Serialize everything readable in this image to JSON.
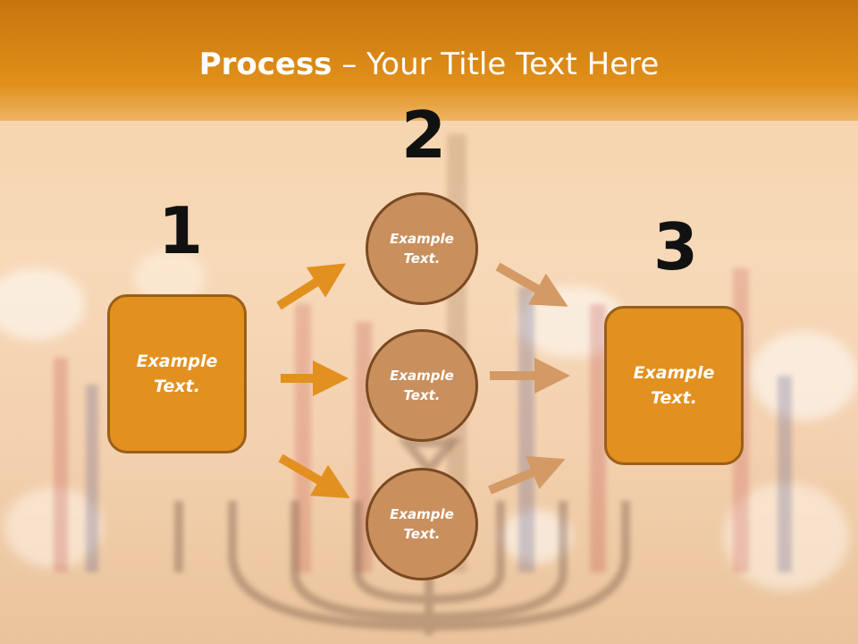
{
  "title": {
    "bold": "Process",
    "rest": " – Your Title Text Here"
  },
  "steps": [
    {
      "number": "1",
      "text": "Example Text."
    },
    {
      "number": "2",
      "items": [
        {
          "text": "Example Text."
        },
        {
          "text": "Example Text."
        },
        {
          "text": "Example Text."
        }
      ]
    },
    {
      "number": "3",
      "text": "Example Text."
    }
  ],
  "colors": {
    "header": "#e0901a",
    "box": "#e2901f",
    "box_border": "#9a5f1a",
    "circle": "#c98f5d",
    "circle_border": "#7a4a22",
    "arrow_left": "#e2901f",
    "arrow_right": "#d39a66"
  }
}
